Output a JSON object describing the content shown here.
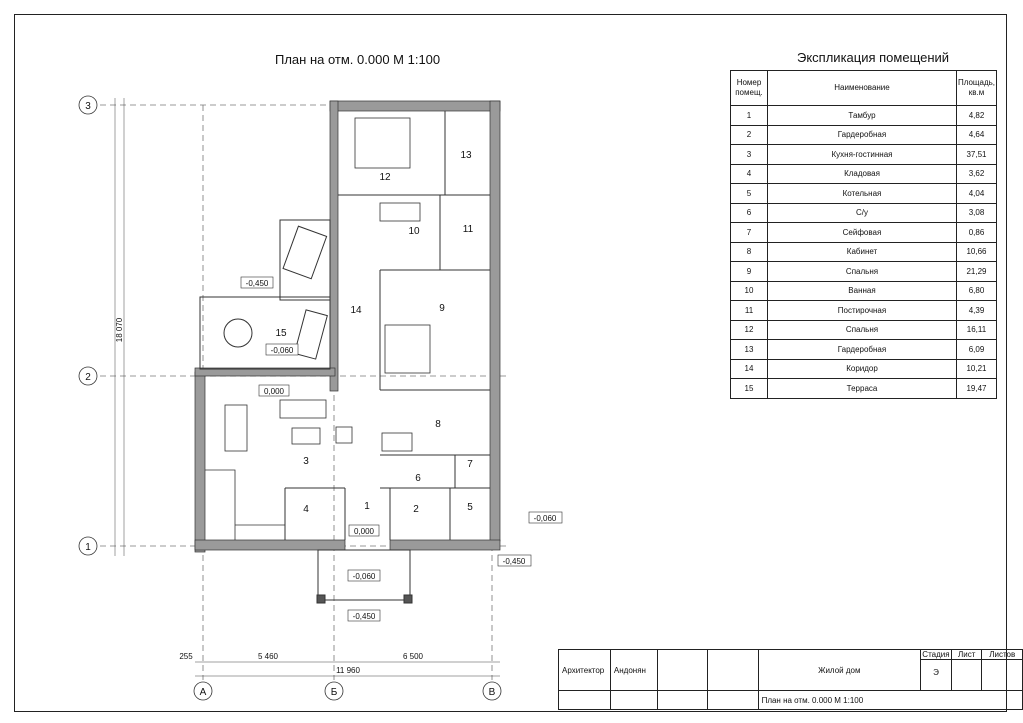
{
  "plan_title": "План на отм. 0.000 М 1:100",
  "explication": {
    "title": "Экспликация помещений",
    "headers": {
      "num": "Номер помещ.",
      "name": "Наименование",
      "area": "Площадь, кв.м"
    },
    "rooms": [
      {
        "num": "1",
        "name": "Тамбур",
        "area": "4,82"
      },
      {
        "num": "2",
        "name": "Гардеробная",
        "area": "4,64"
      },
      {
        "num": "3",
        "name": "Кухня-гостинная",
        "area": "37,51"
      },
      {
        "num": "4",
        "name": "Кладовая",
        "area": "3,62"
      },
      {
        "num": "5",
        "name": "Котельная",
        "area": "4,04"
      },
      {
        "num": "6",
        "name": "С/у",
        "area": "3,08"
      },
      {
        "num": "7",
        "name": "Сейфовая",
        "area": "0,86"
      },
      {
        "num": "8",
        "name": "Кабинет",
        "area": "10,66"
      },
      {
        "num": "9",
        "name": "Спальня",
        "area": "21,29"
      },
      {
        "num": "10",
        "name": "Ванная",
        "area": "6,80"
      },
      {
        "num": "11",
        "name": "Постирочная",
        "area": "4,39"
      },
      {
        "num": "12",
        "name": "Спальня",
        "area": "16,11"
      },
      {
        "num": "13",
        "name": "Гардеробная",
        "area": "6,09"
      },
      {
        "num": "14",
        "name": "Коридор",
        "area": "10,21"
      },
      {
        "num": "15",
        "name": "Терраса",
        "area": "19,47"
      }
    ]
  },
  "axes": {
    "rows": [
      "3",
      "2",
      "1"
    ],
    "cols": [
      "А",
      "Б",
      "В"
    ]
  },
  "dimensions": {
    "seg1": "5 460",
    "seg2": "6 500",
    "total": "11 960",
    "edge": "255",
    "height": "18 070"
  },
  "levels": {
    "terrace": "-0,450",
    "terrace_upper": "-0,060",
    "floor": "0,000",
    "entry": "0,000",
    "porch_upper": "-0,060",
    "porch_lower": "-0,450",
    "right_upper": "-0,060",
    "right_lower": "-0,450"
  },
  "room_numbers": [
    "1",
    "2",
    "3",
    "4",
    "5",
    "6",
    "7",
    "8",
    "9",
    "10",
    "11",
    "12",
    "13",
    "14",
    "15"
  ],
  "stamp": {
    "architect_label": "Архитектор",
    "architect_name": "Андонян",
    "project": "Жилой дом",
    "sheet_title": "План на отм. 0.000 М 1:100",
    "stage_label": "Стадия",
    "sheet_label": "Лист",
    "sheets_label": "Листов",
    "stage_value": "Э"
  }
}
